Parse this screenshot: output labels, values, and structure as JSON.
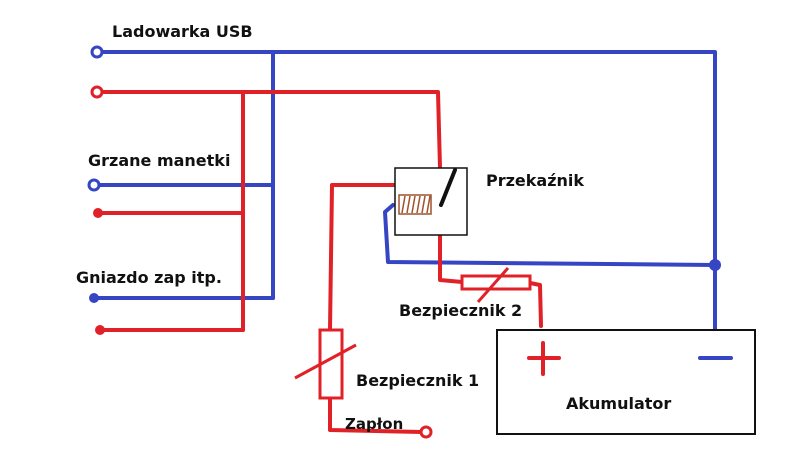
{
  "labels": {
    "usb_charger": "Ladowarka USB",
    "heated_grips": "Grzane manetki",
    "socket": "Gniazdo zap itp.",
    "relay": "Przekaźnik",
    "fuse2": "Bezpiecznik 2",
    "fuse1": "Bezpiecznik 1",
    "ignition": "Zapłon",
    "battery": "Akumulator"
  },
  "colors": {
    "positive_wire": "#e02128",
    "negative_wire": "#3545c4",
    "outline": "#111111",
    "coil": "#a0522d",
    "background": "#ffffff"
  },
  "icons": {
    "battery_plus": "plus-icon",
    "battery_minus": "minus-icon"
  }
}
